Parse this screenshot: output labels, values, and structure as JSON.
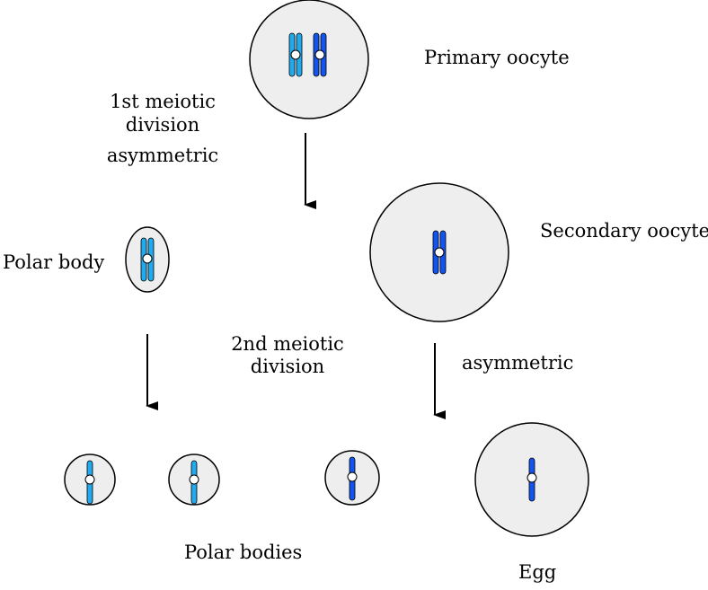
{
  "labels": {
    "primary_oocyte": "Primary oocyte",
    "first_division_line1": "1st meiotic",
    "first_division_line2": "division",
    "asymmetric_top": "asymmetric",
    "secondary_oocyte": "Secondary oocyte",
    "polar_body": "Polar body",
    "second_division_line1": "2nd meiotic",
    "second_division_line2": "division",
    "asymmetric_bottom": "asymmetric",
    "polar_bodies": "Polar bodies",
    "egg": "Egg"
  },
  "colors": {
    "cell_fill": "#eeeeee",
    "cell_stroke": "#000000",
    "chromosome_light": "#22aaee",
    "chromosome_dark": "#1155ee",
    "centromere": "#ffffff",
    "arrow": "#000000"
  }
}
